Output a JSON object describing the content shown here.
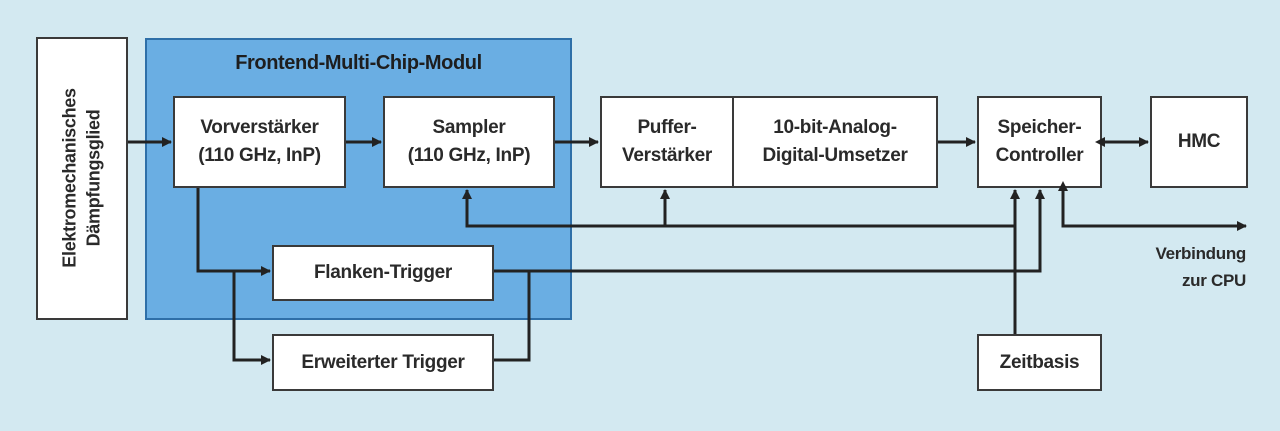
{
  "blocks": {
    "daempfungsglied": "Elektromechanisches\nDämpfungsglied",
    "module_title": "Frontend-Multi-Chip-Modul",
    "vorverstaerker": "Vorverstärker\n(110 GHz, InP)",
    "sampler": "Sampler\n(110 GHz, InP)",
    "puffer": "Puffer-\nVerstärker",
    "adc": "10-bit-Analog-\nDigital-Umsetzer",
    "speicher": "Speicher-\nController",
    "hmc": "HMC",
    "flanken_trigger": "Flanken-Trigger",
    "erweiterter_trigger": "Erweiterter Trigger",
    "zeitbasis": "Zeitbasis"
  },
  "labels": {
    "cpu_connection": "Verbindung\nzur CPU"
  },
  "colors": {
    "background": "#d3e9f1",
    "module_fill": "#6aaee3",
    "module_border": "#2e6fa8",
    "box_fill": "#ffffff",
    "line": "#222222"
  }
}
